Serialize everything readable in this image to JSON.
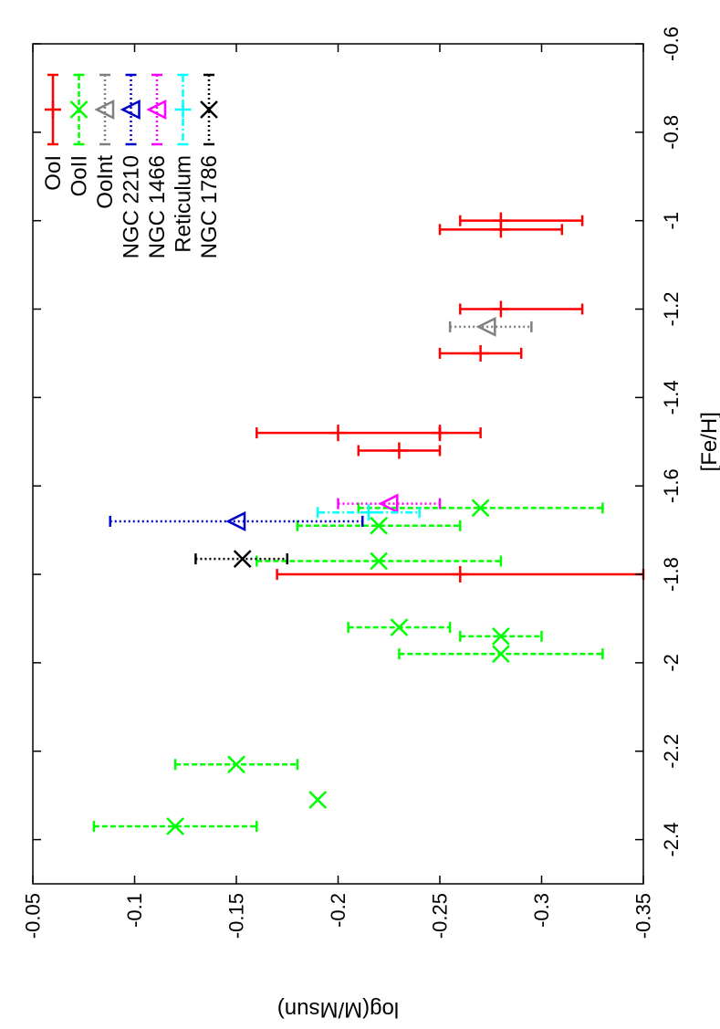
{
  "chart_data": {
    "type": "scatter",
    "title": "",
    "xlabel": "[Fe/H]",
    "ylabel": "log(M/Msun)",
    "orientation": "rotated-90-clockwise",
    "xlim": [
      -2.5,
      -0.6
    ],
    "ylim": [
      -0.35,
      -0.05
    ],
    "x_ticks": [
      -2.4,
      -2.2,
      -2,
      -1.8,
      -1.6,
      -1.4,
      -1.2,
      -1,
      -0.8,
      -0.6
    ],
    "x_tick_labels": [
      "-2.4",
      "-2.2",
      "-2",
      "-1.8",
      "-1.6",
      "-1.4",
      "-1.2",
      "-1",
      "-0.8",
      "-0.6"
    ],
    "y_ticks": [
      -0.35,
      -0.3,
      -0.25,
      -0.2,
      -0.15,
      -0.1,
      -0.05
    ],
    "y_tick_labels": [
      "-0.35",
      "-0.3",
      "-0.25",
      "-0.2",
      "-0.15",
      "-0.1",
      "-0.05"
    ],
    "grid": false,
    "legend_position": "top-right",
    "series": [
      {
        "name": "OoI",
        "color": "#ff0000",
        "marker": "plus",
        "line": "solid",
        "points": [
          {
            "x": -1.0,
            "y": -0.28,
            "xerr": [
              -0.99,
              -0.99
            ],
            "yerr": [
              -0.26,
              -0.32
            ]
          },
          {
            "x": -1.02,
            "y": -0.28,
            "xerr": [
              -1.02,
              -1.02
            ],
            "yerr": [
              -0.25,
              -0.31
            ]
          },
          {
            "x": -1.2,
            "y": -0.28,
            "xerr": [
              -1.2,
              -1.2
            ],
            "yerr": [
              -0.26,
              -0.32
            ]
          },
          {
            "x": -1.3,
            "y": -0.27,
            "xerr": [
              -1.3,
              -1.3
            ],
            "yerr": [
              -0.25,
              -0.29
            ]
          },
          {
            "x": -1.48,
            "y": -0.2,
            "xerr": [
              -1.48,
              -1.48
            ],
            "yerr": [
              -0.16,
              -0.25
            ]
          },
          {
            "x": -1.48,
            "y": -0.25,
            "xerr": [
              -1.48,
              -1.48
            ],
            "yerr": [
              -0.25,
              -0.27
            ]
          },
          {
            "x": -1.52,
            "y": -0.23,
            "xerr": [
              -1.52,
              -1.52
            ],
            "yerr": [
              -0.21,
              -0.25
            ]
          },
          {
            "x": -1.8,
            "y": -0.26,
            "xerr": [
              -1.8,
              -1.8
            ],
            "yerr": [
              -0.17,
              -0.35
            ]
          }
        ]
      },
      {
        "name": "OoII",
        "color": "#00ff00",
        "marker": "cross",
        "line": "dashed",
        "points": [
          {
            "x": -1.65,
            "y": -0.27,
            "yerr": [
              -0.21,
              -0.33
            ]
          },
          {
            "x": -1.69,
            "y": -0.22,
            "yerr": [
              -0.18,
              -0.26
            ]
          },
          {
            "x": -1.77,
            "y": -0.22,
            "yerr": [
              -0.16,
              -0.28
            ]
          },
          {
            "x": -1.92,
            "y": -0.23,
            "yerr": [
              -0.205,
              -0.255
            ]
          },
          {
            "x": -1.94,
            "y": -0.28,
            "yerr": [
              -0.26,
              -0.3
            ]
          },
          {
            "x": -1.98,
            "y": -0.28,
            "yerr": [
              -0.23,
              -0.33
            ]
          },
          {
            "x": -2.23,
            "y": -0.15,
            "yerr": [
              -0.12,
              -0.18
            ]
          },
          {
            "x": -2.31,
            "y": -0.19,
            "yerr": null
          },
          {
            "x": -2.37,
            "y": -0.12,
            "yerr": [
              -0.08,
              -0.16
            ]
          }
        ]
      },
      {
        "name": "OoInt",
        "color": "#808080",
        "marker": "triangle",
        "line": "dotted",
        "points": [
          {
            "x": -1.24,
            "y": -0.273,
            "yerr": [
              -0.255,
              -0.295
            ]
          }
        ]
      },
      {
        "name": "NGC 2210",
        "color": "#0000cc",
        "marker": "triangle",
        "line": "dotted",
        "points": [
          {
            "x": -1.68,
            "y": -0.15,
            "yerr": [
              -0.088,
              -0.212
            ]
          }
        ]
      },
      {
        "name": "NGC 1466",
        "color": "#ff00ff",
        "marker": "triangle",
        "line": "dotted",
        "points": [
          {
            "x": -1.64,
            "y": -0.225,
            "yerr": [
              -0.2,
              -0.25
            ]
          }
        ]
      },
      {
        "name": "Reticulum",
        "color": "#00ffff",
        "marker": "plus",
        "line": "dashdot",
        "points": [
          {
            "x": -1.66,
            "y": -0.215,
            "yerr": [
              -0.19,
              -0.24
            ]
          }
        ]
      },
      {
        "name": "NGC 1786",
        "color": "#000000",
        "marker": "cross",
        "line": "dotted",
        "points": [
          {
            "x": -1.765,
            "y": -0.153,
            "yerr": [
              -0.13,
              -0.175
            ]
          }
        ]
      }
    ]
  }
}
